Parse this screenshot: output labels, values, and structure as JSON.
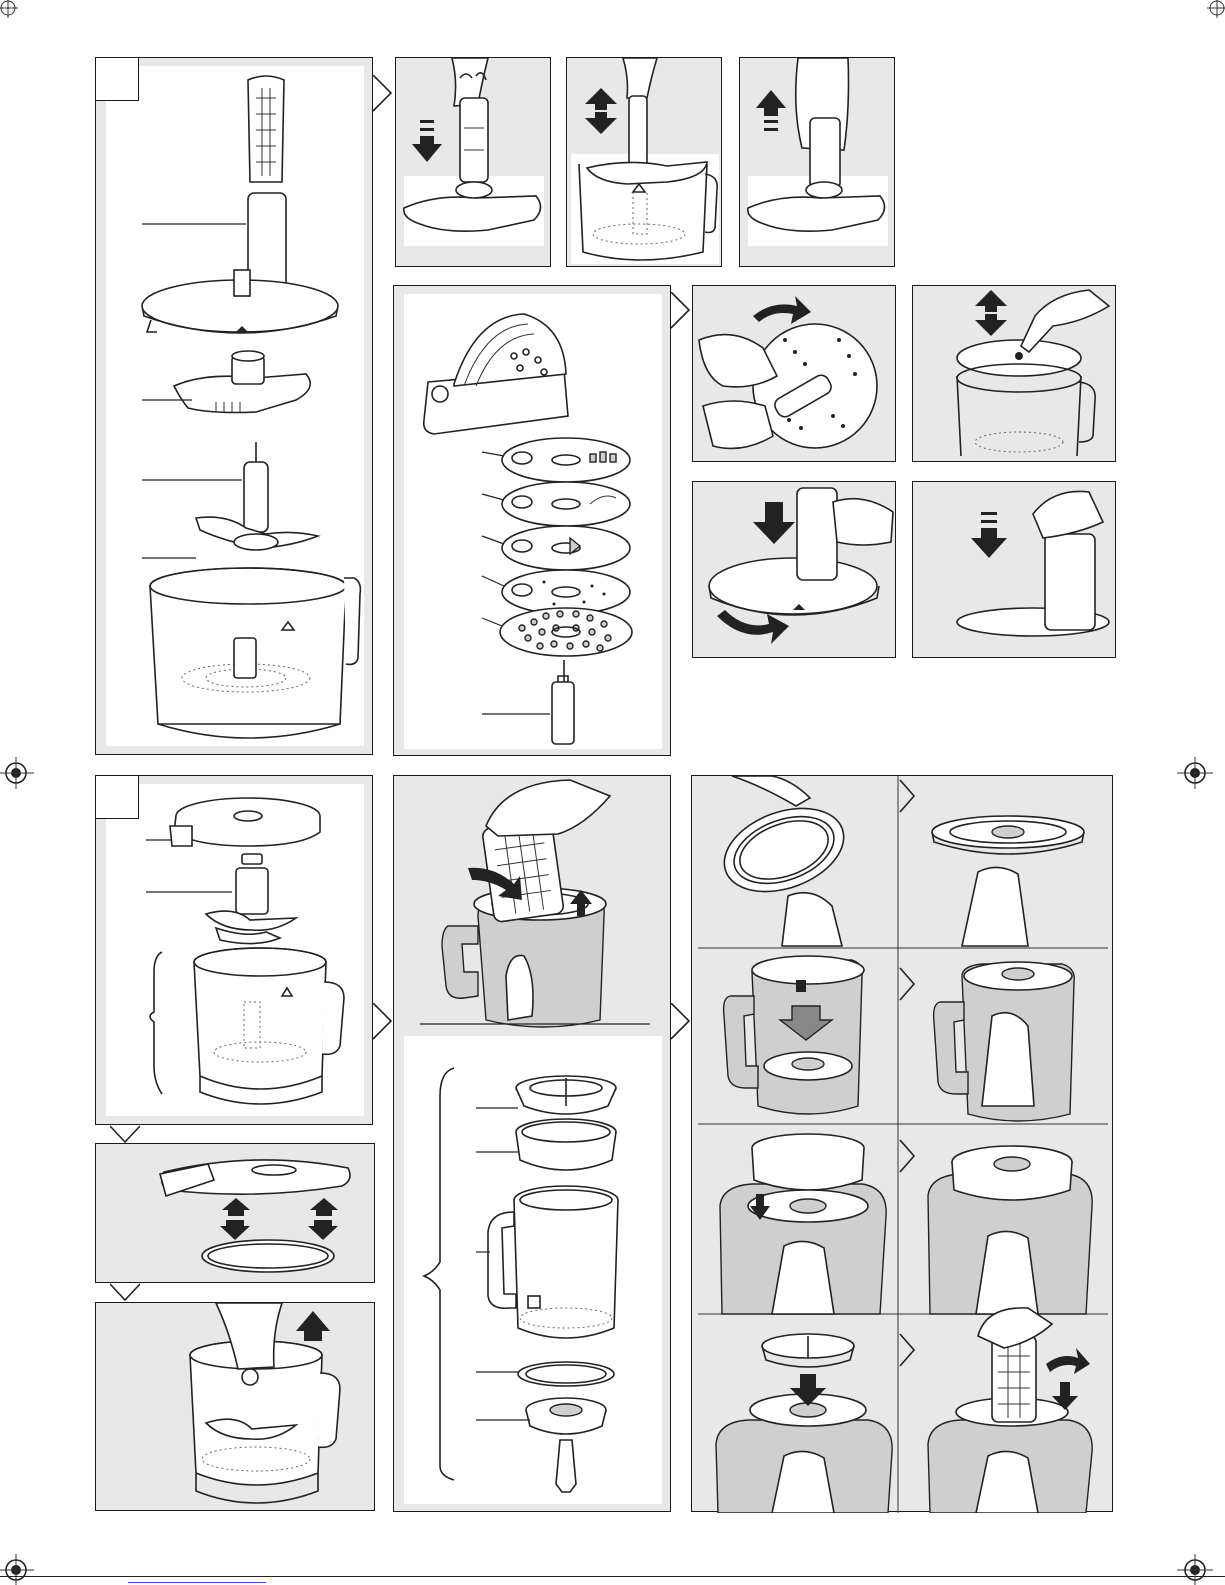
{
  "document": {
    "kind": "assembly-illustration-sheet",
    "sections": [
      {
        "id": "food-processor",
        "steps": [
          "insert-blade",
          "lower-blade",
          "remove-blade"
        ]
      },
      {
        "id": "disc-set",
        "steps": [
          "attach-disc",
          "press-disc-center",
          "fit-lid",
          "press-pusher"
        ]
      },
      {
        "id": "chopper",
        "steps": [
          "remove-seal",
          "pull-out-blade"
        ]
      },
      {
        "id": "citrus-press",
        "steps": [
          "remove-ring",
          "lift-lid",
          "insert-cone",
          "place-cone",
          "attach-ring",
          "fit-ring",
          "place-cover",
          "turn-pusher"
        ]
      }
    ],
    "icons": [
      "registration-mark-icon",
      "arrow-down-icon",
      "arrow-up-icon",
      "double-arrow-icon"
    ],
    "colors": {
      "panel": "#e8e8e8",
      "line": "#1a1a1a",
      "paper": "#ffffff"
    }
  }
}
